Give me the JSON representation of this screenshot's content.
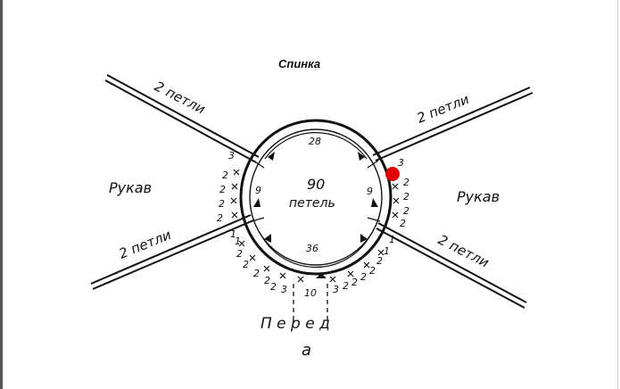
{
  "labels": {
    "back": "Спинка",
    "sleeve_left": "Рукав",
    "sleeve_right": "Рукав",
    "two_loops": "2 петли",
    "total_count": "90",
    "total_unit": "петель",
    "back_count": "28",
    "front_count": "36",
    "side_left": "9",
    "side_right": "9",
    "front_center": "10",
    "front_word": "П е р е д",
    "figure": "а"
  },
  "left_side_numbers": [
    "3",
    "2",
    "2",
    "2",
    "2"
  ],
  "right_side_numbers": [
    "3",
    "2",
    "2",
    "2",
    "2"
  ],
  "bottom_left_numbers": [
    "1",
    "1",
    "2",
    "2",
    "2",
    "2",
    "2",
    "3"
  ],
  "bottom_right_numbers": [
    "3",
    "2",
    "2",
    "2",
    "2",
    "2",
    "1",
    "1"
  ],
  "colors": {
    "marker": "#e00000",
    "ink": "#111111"
  }
}
